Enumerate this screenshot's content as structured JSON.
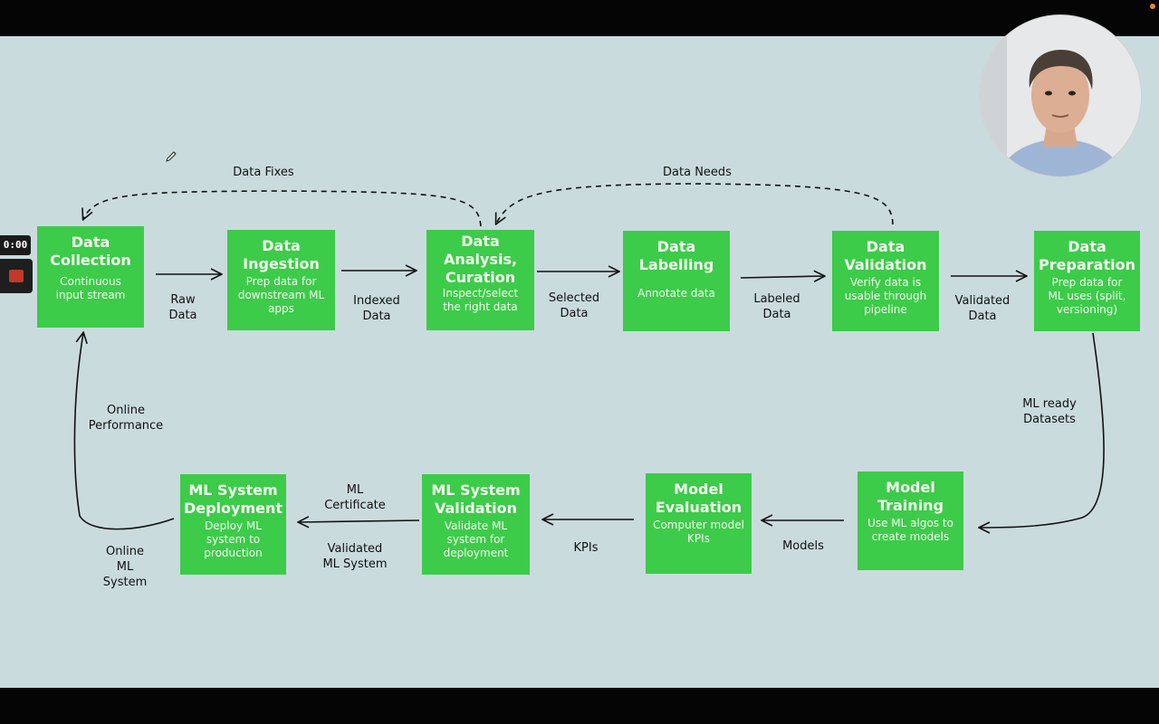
{
  "recorder": {
    "timer": "0:00"
  },
  "diagram": {
    "boxes": [
      {
        "id": "data-collection",
        "title_lines": [
          "Data",
          "Collection"
        ],
        "subtitle_lines": [
          "Continuous",
          "input stream"
        ]
      },
      {
        "id": "data-ingestion",
        "title_lines": [
          "Data",
          "Ingestion"
        ],
        "subtitle_lines": [
          "Prep data for",
          "downstream ML",
          "apps"
        ]
      },
      {
        "id": "data-analysis",
        "title_lines": [
          "Data",
          "Analysis,",
          "Curation"
        ],
        "subtitle_lines": [
          "Inspect/select",
          "the right data"
        ]
      },
      {
        "id": "data-labelling",
        "title_lines": [
          "Data",
          "Labelling"
        ],
        "subtitle_lines": [
          "Annotate data"
        ]
      },
      {
        "id": "data-validation",
        "title_lines": [
          "Data",
          "Validation"
        ],
        "subtitle_lines": [
          "Verify data is",
          "usable through",
          "pipeline"
        ]
      },
      {
        "id": "data-preparation",
        "title_lines": [
          "Data",
          "Preparation"
        ],
        "subtitle_lines": [
          "Prep data for",
          "ML uses (split,",
          "versioning)"
        ]
      },
      {
        "id": "model-training",
        "title_lines": [
          "Model",
          "Training"
        ],
        "subtitle_lines": [
          "Use ML algos to",
          "create models"
        ]
      },
      {
        "id": "model-evaluation",
        "title_lines": [
          "Model",
          "Evaluation"
        ],
        "subtitle_lines": [
          "Computer model",
          "KPIs"
        ]
      },
      {
        "id": "ml-system-validation",
        "title_lines": [
          "ML System",
          "Validation"
        ],
        "subtitle_lines": [
          "Validate ML",
          "system for",
          "deployment"
        ]
      },
      {
        "id": "ml-system-deployment",
        "title_lines": [
          "ML System",
          "Deployment"
        ],
        "subtitle_lines": [
          "Deploy ML",
          "system to",
          "production"
        ]
      }
    ],
    "edge_labels": [
      {
        "id": "raw-data",
        "lines": [
          "Raw",
          "Data"
        ]
      },
      {
        "id": "indexed-data",
        "lines": [
          "Indexed",
          "Data"
        ]
      },
      {
        "id": "selected-data",
        "lines": [
          "Selected",
          "Data"
        ]
      },
      {
        "id": "labeled-data",
        "lines": [
          "Labeled",
          "Data"
        ]
      },
      {
        "id": "validated-data",
        "lines": [
          "Validated",
          "Data"
        ]
      },
      {
        "id": "ml-ready-datasets",
        "lines": [
          "ML ready",
          "Datasets"
        ]
      },
      {
        "id": "models",
        "lines": [
          "Models"
        ]
      },
      {
        "id": "kpis",
        "lines": [
          "KPIs"
        ]
      },
      {
        "id": "ml-certificate",
        "lines": [
          "ML",
          "Certificate"
        ]
      },
      {
        "id": "validated-ml-system",
        "lines": [
          "Validated",
          "ML System"
        ]
      },
      {
        "id": "online-ml-system",
        "lines": [
          "Online",
          "ML",
          "System"
        ]
      },
      {
        "id": "online-performance",
        "lines": [
          "Online",
          "Performance"
        ]
      },
      {
        "id": "data-fixes",
        "lines": [
          "Data Fixes"
        ]
      },
      {
        "id": "data-needs",
        "lines": [
          "Data Needs"
        ]
      }
    ]
  },
  "colors": {
    "background": "#cadbde",
    "box_fill": "#3dcb4a",
    "box_text": "#f4fff0",
    "ink": "#111111"
  },
  "icons": {
    "webcam": "presenter-webcam",
    "stop": "stop-recording-icon",
    "cursor": "pencil-cursor-icon"
  }
}
